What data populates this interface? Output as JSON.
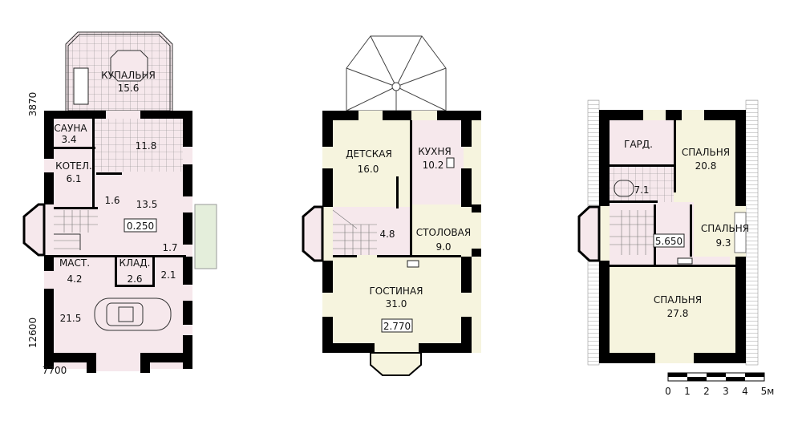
{
  "floor1": {
    "rooms": [
      {
        "name": "КУПАЛЬНЯ",
        "area": "15.6"
      },
      {
        "name": "САУНА",
        "area": "3.4"
      },
      {
        "name": "",
        "area": "11.8"
      },
      {
        "name": "КОТЕЛ.",
        "area": "6.1"
      },
      {
        "name": "",
        "area": "1.6"
      },
      {
        "name": "",
        "area": "13.5"
      },
      {
        "name": "",
        "area": "1.7"
      },
      {
        "name": "МАСТ.",
        "area": "4.2"
      },
      {
        "name": "КЛАД.",
        "area": "2.6"
      },
      {
        "name": "",
        "area": "2.1"
      },
      {
        "name": "",
        "area": "21.5"
      }
    ],
    "level": "0.250",
    "dims": {
      "bath_depth": "3870",
      "length": "12600",
      "width": "7700"
    }
  },
  "floor2": {
    "rooms": [
      {
        "name": "ДЕТСКАЯ",
        "area": "16.0"
      },
      {
        "name": "КУХНЯ",
        "area": "10.2"
      },
      {
        "name": "",
        "area": "4.8"
      },
      {
        "name": "СТОЛОВАЯ",
        "area": "9.0"
      },
      {
        "name": "ГОСТИНАЯ",
        "area": "31.0"
      }
    ],
    "level": "2.770"
  },
  "floor3": {
    "rooms": [
      {
        "name": "ГАРД.",
        "area": ""
      },
      {
        "name": "СПАЛЬНЯ",
        "area": "20.8"
      },
      {
        "name": "",
        "area": "7.1"
      },
      {
        "name": "СПАЛЬНЯ",
        "area": "9.3"
      },
      {
        "name": "СПАЛЬНЯ",
        "area": "27.8"
      }
    ],
    "level": "5.650"
  },
  "scale": {
    "labels": [
      "0",
      "1",
      "2",
      "3",
      "4",
      "5м"
    ]
  },
  "colors": {
    "wall": "#000000",
    "pink": "#f6e8ec",
    "cream": "#f6f4de",
    "green": "#e4eedb"
  }
}
